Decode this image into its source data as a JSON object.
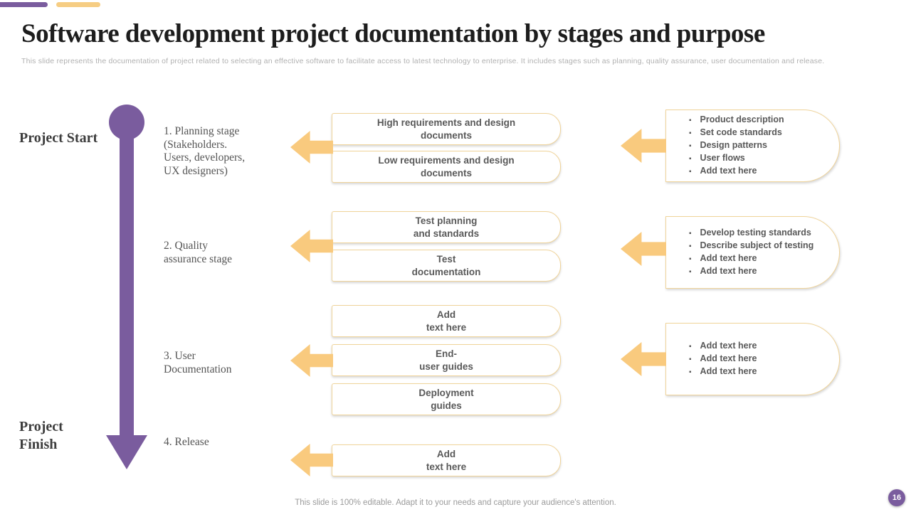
{
  "slide": {
    "title": "Software development project documentation by stages and purpose",
    "subtitle": "This slide represents the documentation of project related to selecting an effective software to facilitate access to latest technology to enterprise. It includes stages such as planning, quality assurance, user documentation and release.",
    "footer": "This slide is 100% editable. Adapt it to your needs and capture your audience's attention.",
    "page_number": "16"
  },
  "colors": {
    "purple": "#7a5c9e",
    "arrow_yellow": "#f9ca7e",
    "box_border_yellow": "#f0d49a",
    "text_gray": "#595959"
  },
  "timeline": {
    "start_label": "Project Start",
    "finish_label": "Project\nFinish"
  },
  "stages": [
    "1. Planning stage\n(Stakeholders.\nUsers, developers,\nUX designers)",
    "2. Quality\nassurance stage",
    "3. User\nDocumentation",
    "4. Release"
  ],
  "middle": {
    "rows": [
      {
        "boxes": [
          "High requirements and design\ndocuments",
          "Low requirements and design\ndocuments"
        ]
      },
      {
        "boxes": [
          "Test planning\nand standards",
          "Test\ndocumentation"
        ]
      },
      {
        "boxes": [
          "Add\ntext here",
          "End-\nuser guides",
          "Deployment\nguides"
        ]
      },
      {
        "boxes": [
          "Add\ntext here"
        ]
      }
    ]
  },
  "right": {
    "boxes": [
      {
        "bullets": [
          "Product description",
          "Set code standards",
          "Design patterns",
          "User flows",
          "Add text here"
        ]
      },
      {
        "bullets": [
          "Develop testing  standards",
          "Describe  subject  of testing",
          "Add  text here",
          "Add  text here"
        ]
      },
      {
        "bullets": [
          "Add  text here",
          "Add  text here",
          "Add  text here"
        ]
      }
    ]
  }
}
